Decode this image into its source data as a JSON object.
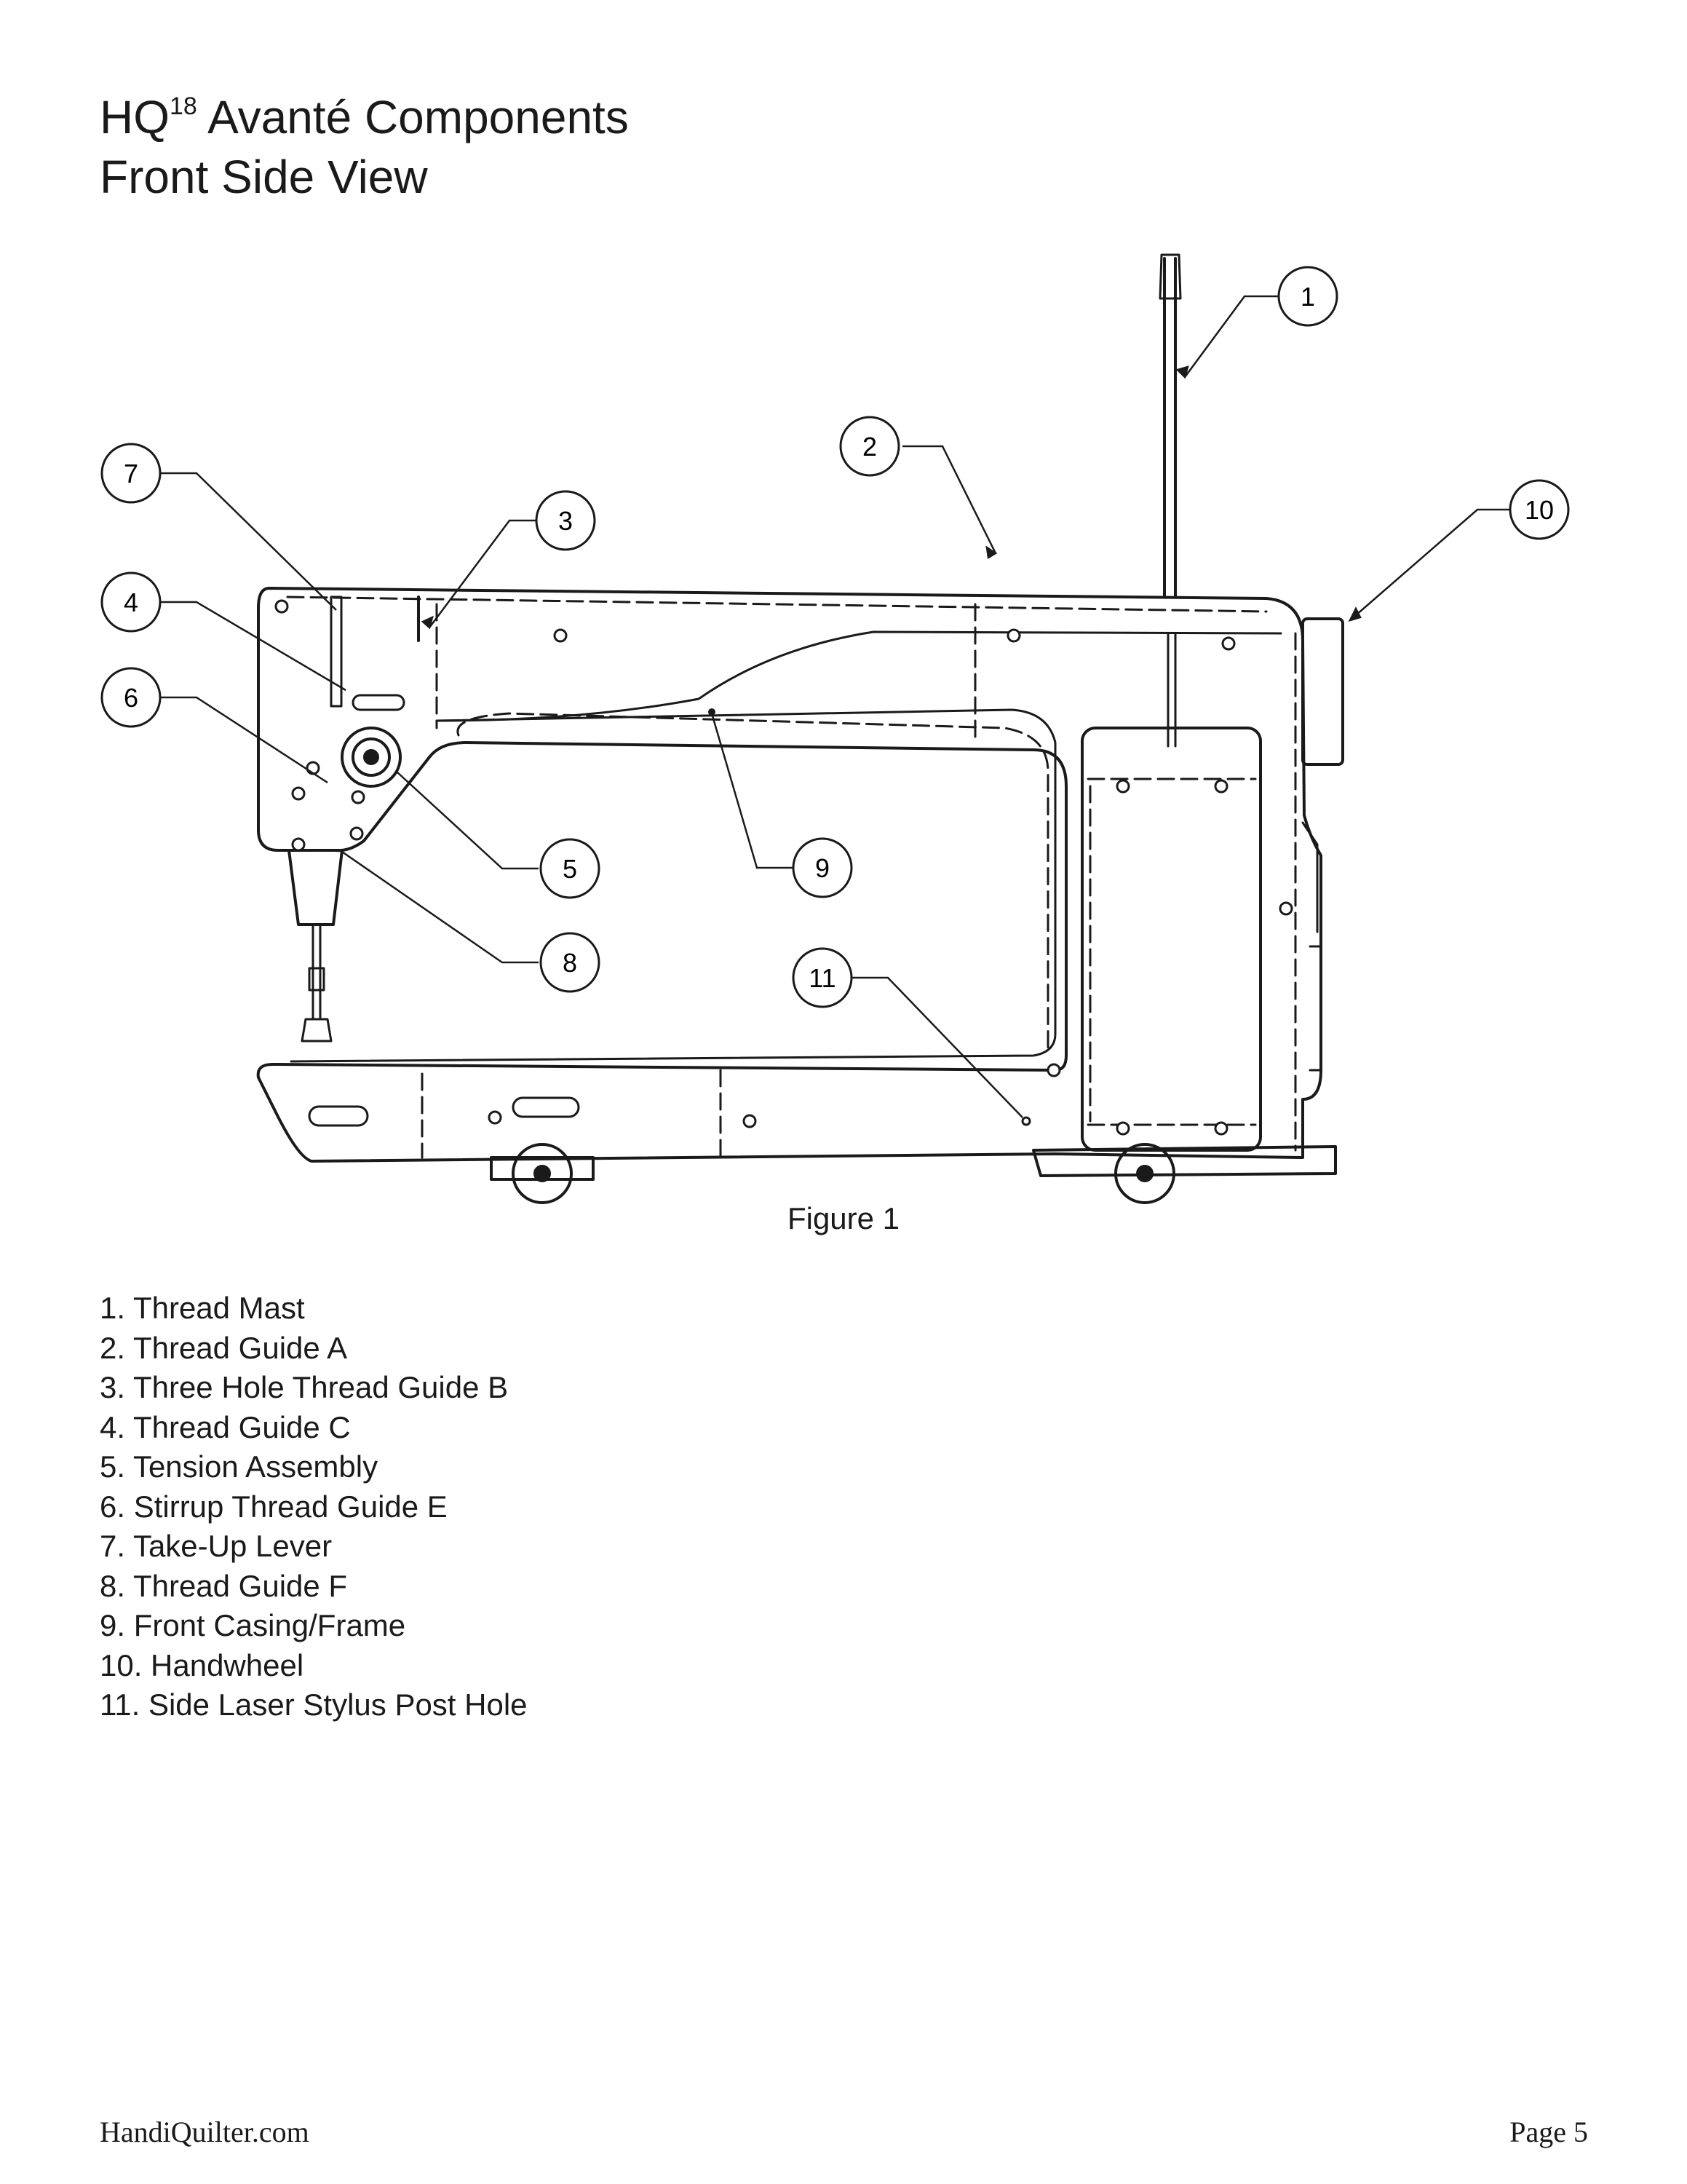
{
  "title": {
    "line1_prefix": "HQ",
    "line1_superscript": "18",
    "line1_suffix": " Avanté Components",
    "line2": "Front Side View"
  },
  "figure": {
    "caption": "Figure 1",
    "callouts": [
      "1",
      "2",
      "3",
      "4",
      "5",
      "6",
      "7",
      "8",
      "9",
      "10",
      "11"
    ]
  },
  "legend": [
    "1.  Thread Mast",
    "2.  Thread Guide A",
    "3.  Three Hole Thread Guide B",
    "4.  Thread Guide C",
    "5.  Tension Assembly",
    "6.  Stirrup Thread Guide E",
    "7.  Take-Up Lever",
    "8.  Thread Guide F",
    "9.  Front Casing/Frame",
    "10. Handwheel",
    "11. Side Laser Stylus Post Hole"
  ],
  "footer": {
    "website": "HandiQuilter.com",
    "page": "Page 5"
  }
}
